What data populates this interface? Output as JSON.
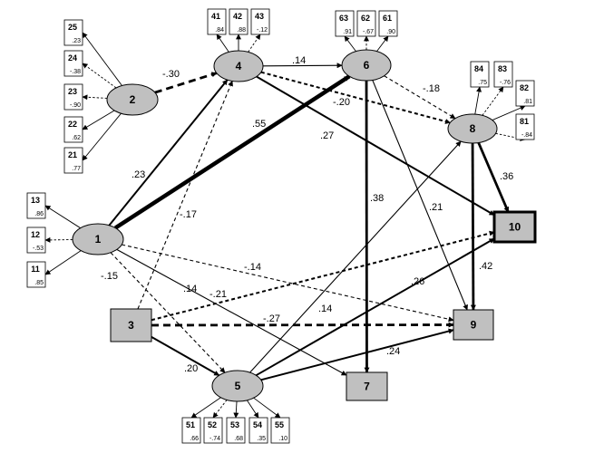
{
  "latents": [
    {
      "id": "1",
      "label": "1"
    },
    {
      "id": "2",
      "label": "2"
    },
    {
      "id": "4",
      "label": "4"
    },
    {
      "id": "5",
      "label": "5"
    },
    {
      "id": "6",
      "label": "6"
    },
    {
      "id": "8",
      "label": "8"
    }
  ],
  "observed": [
    {
      "id": "3",
      "label": "3"
    },
    {
      "id": "7",
      "label": "7"
    },
    {
      "id": "9",
      "label": "9"
    },
    {
      "id": "10",
      "label": "10"
    }
  ],
  "indicator_groups": [
    {
      "latent": "2",
      "items": [
        {
          "label": "25",
          "loading": ".23",
          "style": "solid"
        },
        {
          "label": "24",
          "loading": "-.38",
          "style": "dash"
        },
        {
          "label": "23",
          "loading": "-.90",
          "style": "dash"
        },
        {
          "label": "22",
          "loading": ".62",
          "style": "solid"
        },
        {
          "label": "21",
          "loading": ".77",
          "style": "solid"
        }
      ]
    },
    {
      "latent": "4",
      "items": [
        {
          "label": "41",
          "loading": ".84",
          "style": "solid"
        },
        {
          "label": "42",
          "loading": ".88",
          "style": "solid"
        },
        {
          "label": "43",
          "loading": "-.12",
          "style": "dash"
        }
      ]
    },
    {
      "latent": "6",
      "items": [
        {
          "label": "63",
          "loading": ".91",
          "style": "solid"
        },
        {
          "label": "62",
          "loading": "-.67",
          "style": "dash"
        },
        {
          "label": "61",
          "loading": ".90",
          "style": "solid"
        }
      ]
    },
    {
      "latent": "8",
      "items": [
        {
          "label": "84",
          "loading": ".75",
          "style": "solid"
        },
        {
          "label": "83",
          "loading": "-.76",
          "style": "dash"
        },
        {
          "label": "82",
          "loading": ".81",
          "style": "solid"
        },
        {
          "label": "81",
          "loading": "-.84",
          "style": "dash"
        }
      ]
    },
    {
      "latent": "1",
      "items": [
        {
          "label": "13",
          "loading": ".86",
          "style": "solid"
        },
        {
          "label": "12",
          "loading": "-.53",
          "style": "dash"
        },
        {
          "label": "11",
          "loading": ".85",
          "style": "solid"
        }
      ]
    },
    {
      "latent": "5",
      "items": [
        {
          "label": "51",
          "loading": ".66",
          "style": "solid"
        },
        {
          "label": "52",
          "loading": "-.74",
          "style": "dash"
        },
        {
          "label": "53",
          "loading": ".68",
          "style": "solid"
        },
        {
          "label": "54",
          "loading": ".35",
          "style": "solid"
        },
        {
          "label": "55",
          "loading": ".10",
          "style": "solid"
        }
      ]
    }
  ],
  "paths": [
    {
      "from": "2",
      "to": "4",
      "coef": "-.30",
      "style": "dash",
      "weight": "thick"
    },
    {
      "from": "4",
      "to": "6",
      "coef": ".14",
      "style": "solid",
      "weight": "thin"
    },
    {
      "from": "6",
      "to": "8",
      "coef": "-.18",
      "style": "dash",
      "weight": "thin"
    },
    {
      "from": "4",
      "to": "8",
      "coef": "-.20",
      "style": "dash",
      "weight": "medium"
    },
    {
      "from": "4",
      "to": "10",
      "coef": ".27",
      "style": "solid",
      "weight": "medium"
    },
    {
      "from": "1",
      "to": "6",
      "coef": ".55",
      "style": "solid",
      "weight": "xthick"
    },
    {
      "from": "1",
      "to": "4",
      "coef": ".23",
      "style": "solid",
      "weight": "medium"
    },
    {
      "from": "3",
      "to": "4",
      "coef": "-.17",
      "style": "dash",
      "weight": "thin"
    },
    {
      "from": "6",
      "to": "7",
      "coef": ".38",
      "style": "solid",
      "weight": "thick"
    },
    {
      "from": "6",
      "to": "9",
      "coef": ".21",
      "style": "solid",
      "weight": "thin"
    },
    {
      "from": "8",
      "to": "10",
      "coef": ".36",
      "style": "solid",
      "weight": "thick"
    },
    {
      "from": "8",
      "to": "9",
      "coef": ".42",
      "style": "solid",
      "weight": "thick"
    },
    {
      "from": "1",
      "to": "9",
      "coef": "-.14",
      "style": "dash",
      "weight": "thin"
    },
    {
      "from": "1",
      "to": "7",
      "coef": ".14",
      "style": "solid",
      "weight": "thin"
    },
    {
      "from": "1",
      "to": "5",
      "coef": "-.15",
      "style": "dash",
      "weight": "thin"
    },
    {
      "from": "3",
      "to": "10",
      "coef": "-.21",
      "style": "dash",
      "weight": "medium"
    },
    {
      "from": "3",
      "to": "9",
      "coef": "-.27",
      "style": "dash",
      "weight": "thick"
    },
    {
      "from": "3",
      "to": "5",
      "coef": ".20",
      "style": "solid",
      "weight": "medium"
    },
    {
      "from": "5",
      "to": "8",
      "coef": ".14",
      "style": "solid",
      "weight": "thin"
    },
    {
      "from": "5",
      "to": "10",
      "coef": ".26",
      "style": "solid",
      "weight": "medium"
    },
    {
      "from": "5",
      "to": "9",
      "coef": ".24",
      "style": "solid",
      "weight": "medium"
    }
  ],
  "colors": {
    "node_fill": "#c0c0c0",
    "stroke": "#000000",
    "box_fill": "#ffffff"
  }
}
